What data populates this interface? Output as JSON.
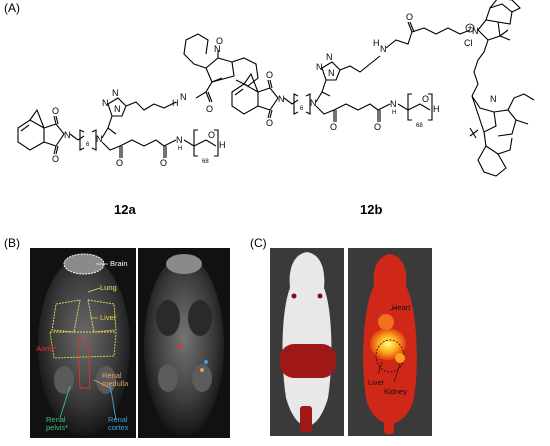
{
  "panels": {
    "a": {
      "label": "(A)"
    },
    "b": {
      "label": "(B)"
    },
    "c": {
      "label": "(C)"
    }
  },
  "compounds": {
    "c12a": {
      "name": "12a",
      "repeat": "68",
      "spacer": "6"
    },
    "c12b": {
      "name": "12b",
      "repeat": "68",
      "spacer": "6"
    }
  },
  "atoms": {
    "O": "O",
    "N": "N",
    "H": "H",
    "NH": "N",
    "Cl": "Cl"
  },
  "mri": {
    "brain": "Brain",
    "lung": "Lung",
    "liver": "Liver",
    "aorta": "Aorta*",
    "renal_medulla_1": "Renal",
    "renal_medulla_2": "medulla",
    "renal_pelvis_1": "Renal",
    "renal_pelvis_2": "pelvis*",
    "renal_cortex_1": "Renal",
    "renal_cortex_2": "cortex",
    "colors": {
      "brain": "#ffffff",
      "lung": "#e8e070",
      "liver": "#e8d040",
      "aorta": "#e03030",
      "medulla": "#e0a060",
      "pelvis": "#40c080",
      "cortex": "#40a0e0"
    }
  },
  "fluorescence": {
    "heart": "Heart",
    "liver": "Liver",
    "kidney": "Kidney"
  }
}
